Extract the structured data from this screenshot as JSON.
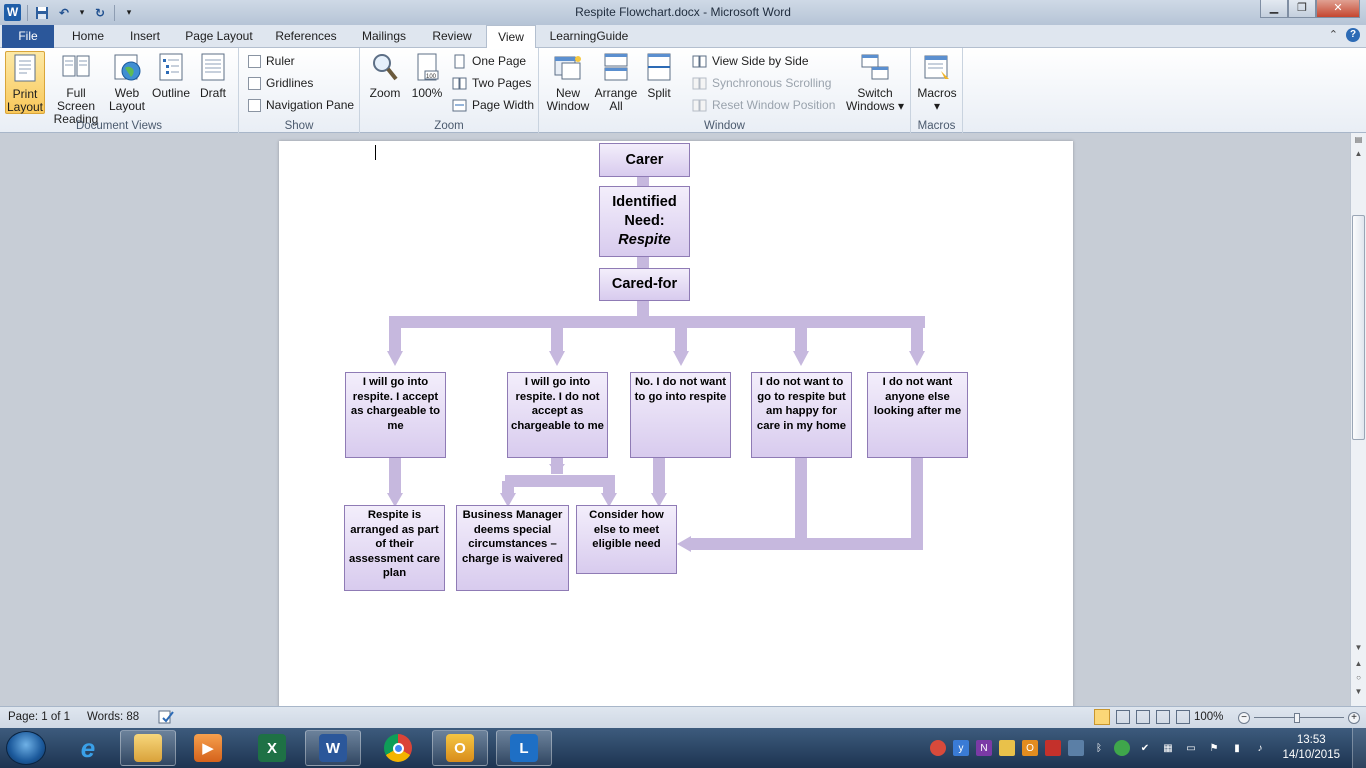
{
  "window": {
    "title": "Respite Flowchart.docx - Microsoft Word",
    "controls": {
      "minimize": "▁",
      "maximize": "❐",
      "close": "✕"
    }
  },
  "qat": {
    "undo": "↶",
    "redo": "↻",
    "dropdown": "▾"
  },
  "tabs": [
    "File",
    "Home",
    "Insert",
    "Page Layout",
    "References",
    "Mailings",
    "Review",
    "View",
    "LearningGuide"
  ],
  "active_tab": "View",
  "ribbon": {
    "document_views": {
      "label": "Document Views",
      "buttons": [
        {
          "line1": "Print",
          "line2": "Layout",
          "active": true
        },
        {
          "line1": "Full Screen",
          "line2": "Reading"
        },
        {
          "line1": "Web",
          "line2": "Layout"
        },
        {
          "line1": "Outline",
          "line2": ""
        },
        {
          "line1": "Draft",
          "line2": ""
        }
      ]
    },
    "show": {
      "label": "Show",
      "ruler": "Ruler",
      "gridlines": "Gridlines",
      "navigation_pane": "Navigation Pane"
    },
    "zoom": {
      "label": "Zoom",
      "zoom": "Zoom",
      "hundred": "100%",
      "one_page": "One Page",
      "two_pages": "Two Pages",
      "page_width": "Page Width"
    },
    "window": {
      "label": "Window",
      "new_window_1": "New",
      "new_window_2": "Window",
      "arrange_1": "Arrange",
      "arrange_2": "All",
      "split": "Split",
      "side_by_side": "View Side by Side",
      "sync_scroll": "Synchronous Scrolling",
      "reset_position": "Reset Window Position",
      "switch_1": "Switch",
      "switch_2": "Windows ▾"
    },
    "macros": {
      "label": "Macros",
      "button": "Macros",
      "arrow": "▾"
    }
  },
  "flowchart": {
    "carer": "Carer",
    "need_1": "Identified",
    "need_2": "Need:",
    "need_3": "Respite",
    "cared_for": "Cared-for",
    "opt1": "I will go into respite. I accept as chargeable to me",
    "opt2": "I will go into respite. I do not accept as chargeable to me",
    "opt3": "No. I do not want to go into respite",
    "opt4": "I do not want to go to respite but am happy for care in my home",
    "opt5": "I do not want anyone else looking after me",
    "out1": "Respite is arranged as part of their assessment care plan",
    "out2": "Business Manager deems special circumstances – charge is waivered",
    "out3": "Consider how else to meet eligible need"
  },
  "status": {
    "page": "Page: 1 of 1",
    "words": "Words: 88",
    "zoom": "100%",
    "zoom_minus": "−",
    "zoom_plus": "+",
    "zoom_level_percent": 100
  },
  "taskbar": {
    "time": "13:53",
    "date": "14/10/2015"
  }
}
